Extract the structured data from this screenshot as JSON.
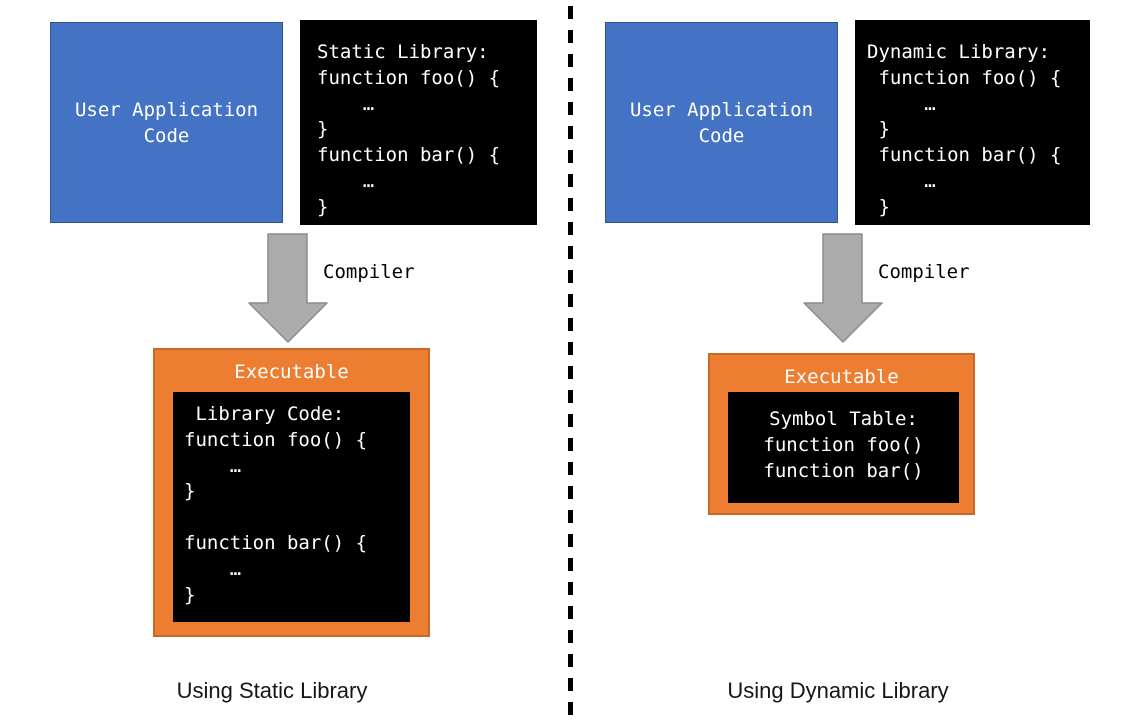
{
  "colors": {
    "background": "#ffffff",
    "app_box_fill": "#4472C4",
    "app_box_border": "#31538F",
    "code_box_bg": "#000000",
    "code_text": "#ffffff",
    "exec_fill": "#ED7D31",
    "exec_border": "#C8682A",
    "arrow_fill": "#ACACAC",
    "arrow_border": "#8C8C8C",
    "divider": "#000000",
    "caption_text": "#161616"
  },
  "icons": {
    "compiler_arrow": "block-arrow-down-icon"
  },
  "left": {
    "app_code": "User Application\nCode",
    "library": "Static Library:\nfunction foo() {\n    …\n}\nfunction bar() {\n    …\n}",
    "compiler_label": "Compiler",
    "exec_title": "Executable",
    "exec_code": " Library Code:\nfunction foo() {\n    …\n}\n\nfunction bar() {\n    …\n}",
    "caption": "Using Static Library"
  },
  "right": {
    "app_code": "User Application\nCode",
    "library": "Dynamic Library:\n function foo() {\n     …\n }\n function bar() {\n     …\n }",
    "compiler_label": "Compiler",
    "exec_title": "Executable",
    "exec_code": "Symbol Table:\nfunction foo()\nfunction bar()",
    "caption": "Using Dynamic Library"
  }
}
